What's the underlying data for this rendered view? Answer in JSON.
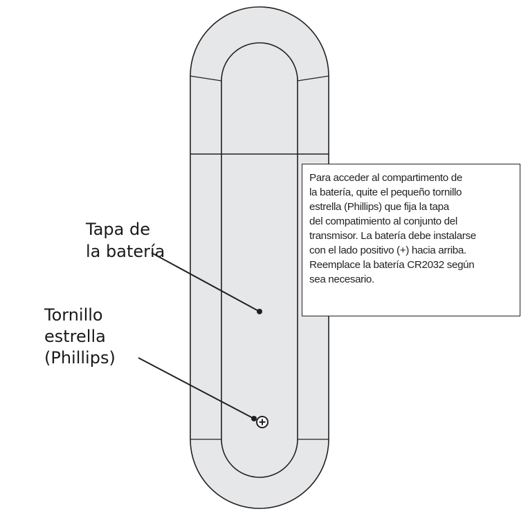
{
  "colors": {
    "body_fill": "#e6e7e8",
    "outline": "#231f20",
    "background": "#ffffff"
  },
  "labels": {
    "battery_cover": [
      "Tapa de",
      "la batería"
    ],
    "screw": [
      "Tornillo",
      "estrella",
      "(Phillips)"
    ]
  },
  "note": {
    "lines": [
      "Para acceder al compartimento de",
      "la batería, quite el pequeño tornillo",
      "estrella (Phillips) que fija la tapa",
      "del compatimiento al conjunto del",
      "transmisor. La batería debe instalarse",
      "con el lado positivo (+) hacia arriba.",
      "Reemplace la batería CR2032 según",
      "sea necesario."
    ]
  },
  "icons": {
    "screw": "plus-in-circle"
  }
}
